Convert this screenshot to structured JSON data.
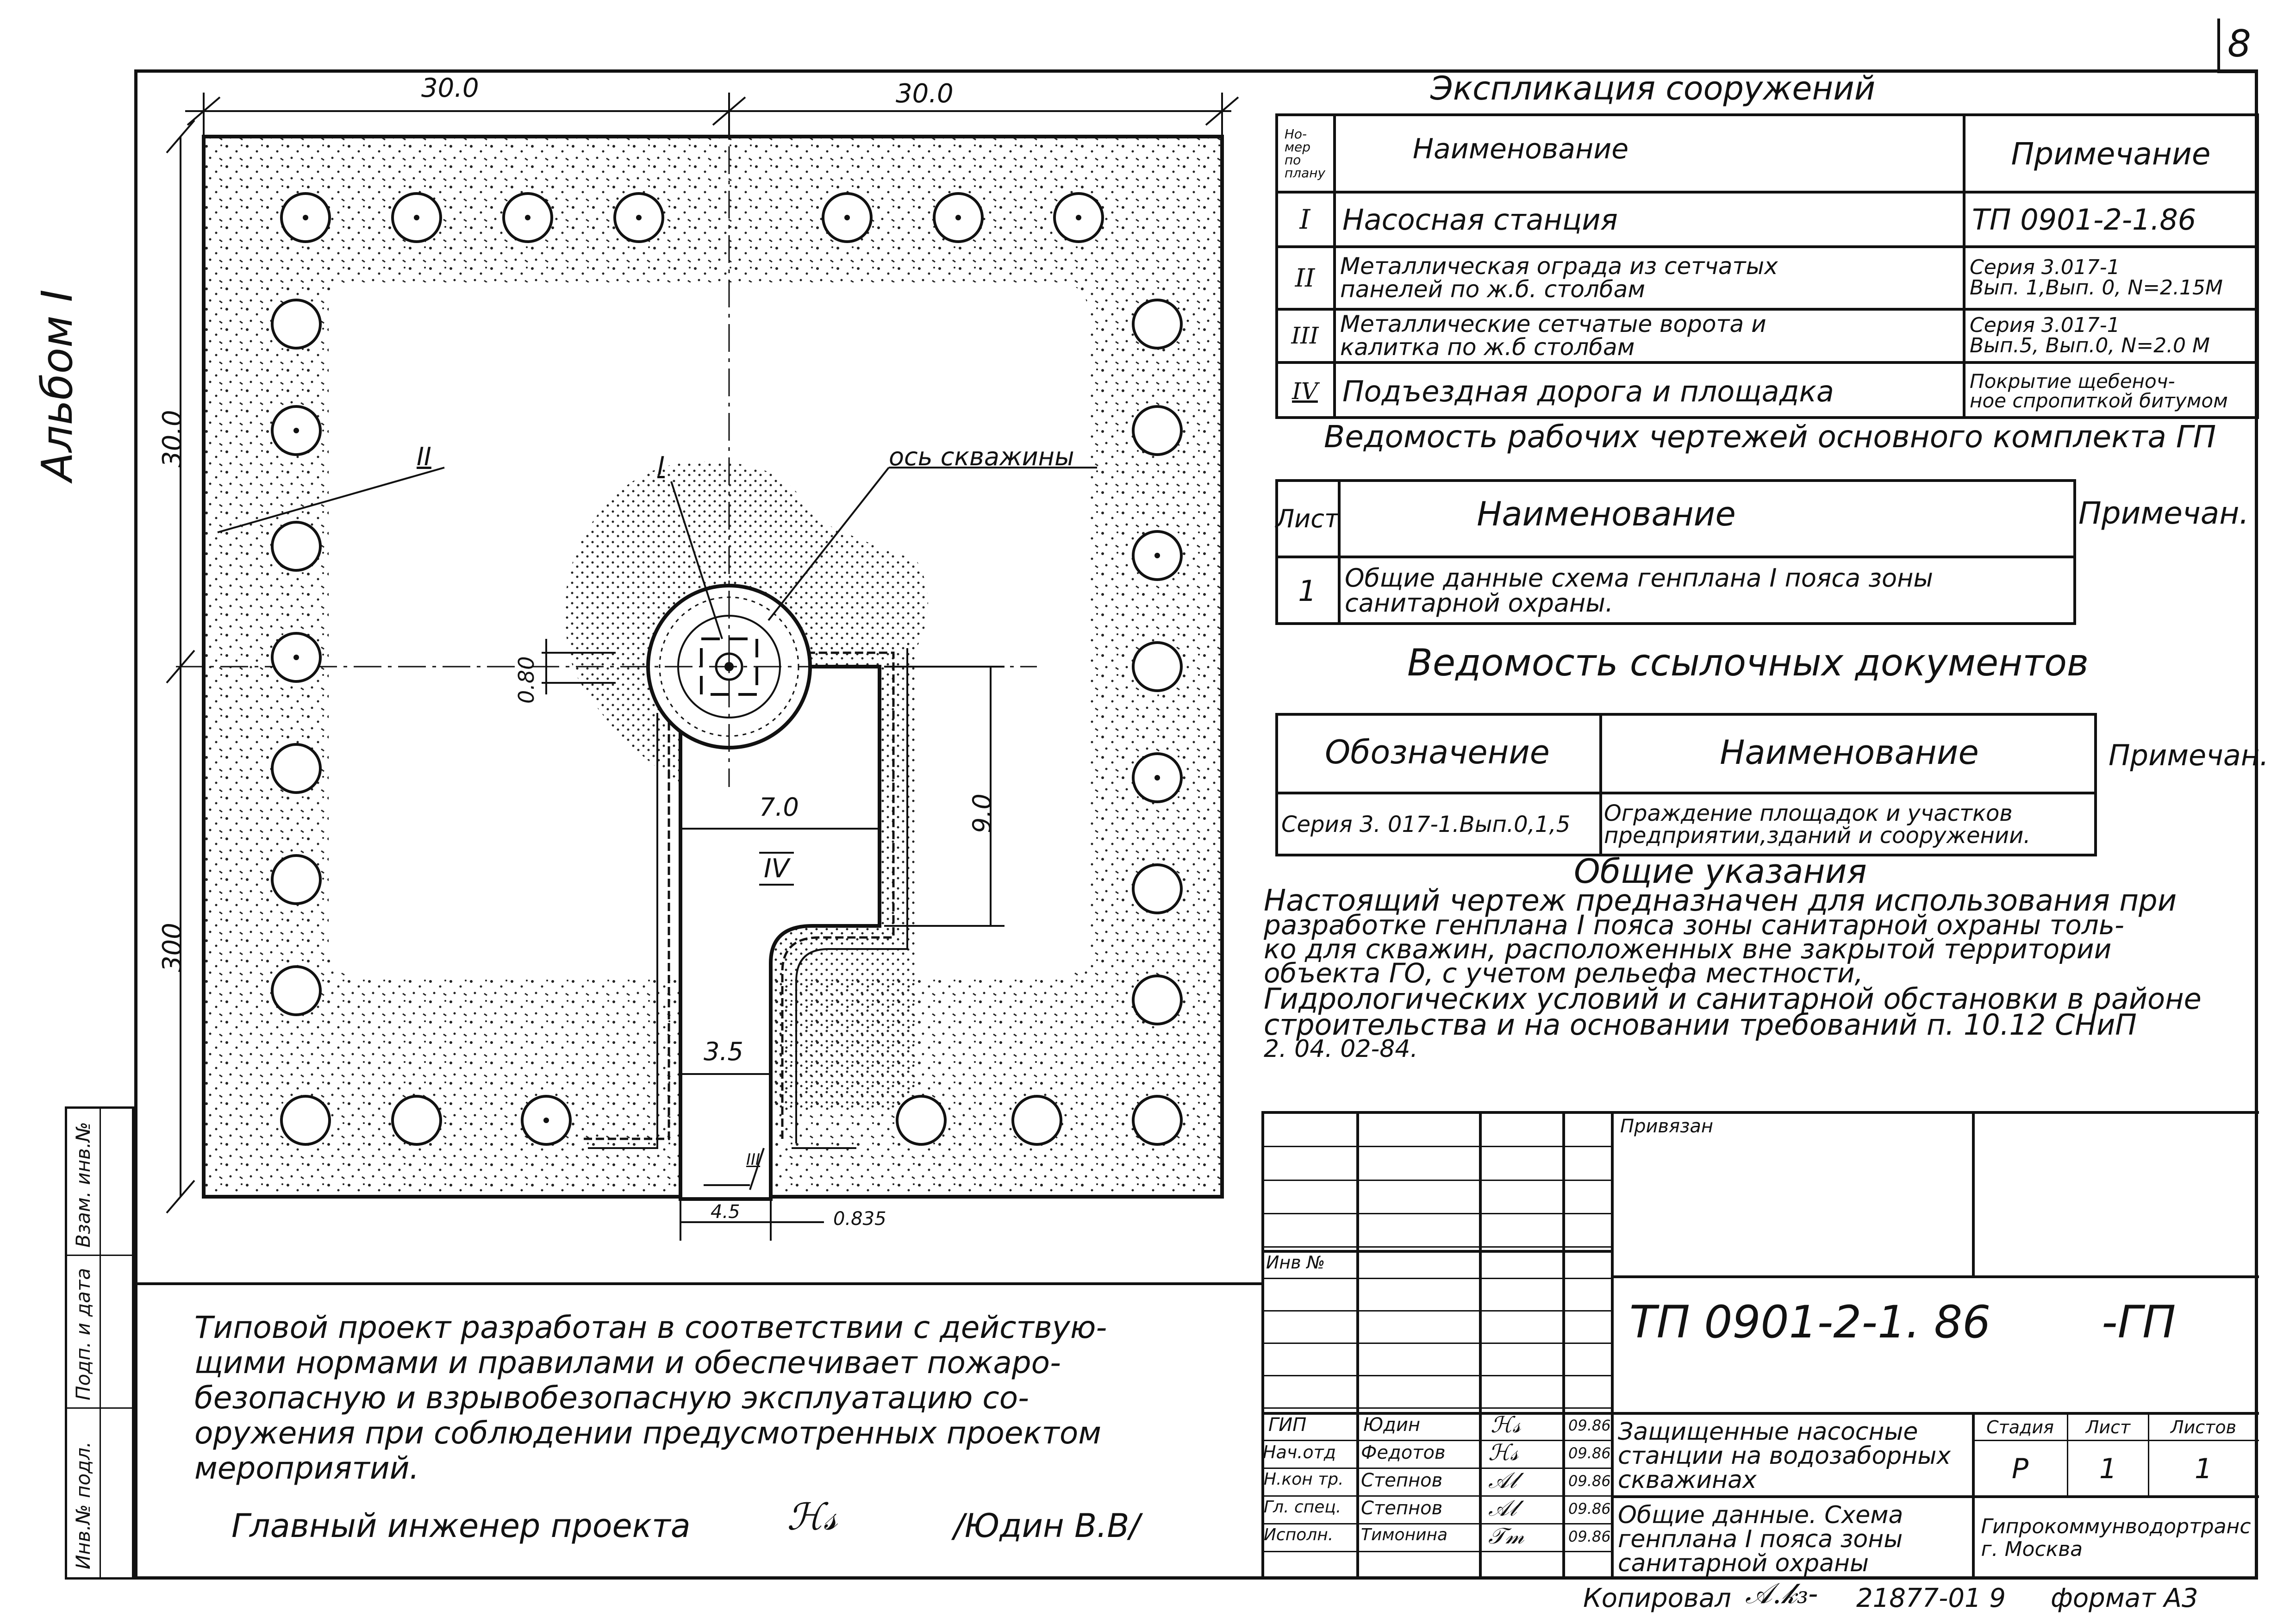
{
  "sheet_number": "8",
  "album_label": "Альбом I",
  "plan": {
    "dims": {
      "top_left": "30.0",
      "top_right": "30.0",
      "left_upper": "30.0",
      "left_lower": "300",
      "well_offset": "0.80",
      "road_width": "7.0",
      "road_length": "9.0",
      "road_narrow": "3.5",
      "gate_width": "4.5",
      "gate_offset": "0.835"
    },
    "labels": {
      "fence": "II",
      "station": "I",
      "well_axis": "ось скважины",
      "road": "IV",
      "gate": "III"
    }
  },
  "explication": {
    "title": "Экспликация сооружений",
    "headers": {
      "num": "Но-\nмер\nпо\nплану",
      "name": "Наименование",
      "note": "Примечание"
    },
    "rows": [
      {
        "num": "I",
        "name": "Насосная станция",
        "note": "ТП 0901-2-1.86"
      },
      {
        "num": "II",
        "name": "Металлическая ограда из сетчатых\nпанелей по ж.б. столбам",
        "note": "Серия 3.017-1\nВып. 1,Вып. 0, N=2.15М"
      },
      {
        "num": "III",
        "name": "Металлические сетчатые ворота и\nкалитка по ж.б столбам",
        "note": "Серия 3.017-1\nВып.5, Вып.0, N=2.0 М"
      },
      {
        "num": "IV",
        "name": "Подъездная дорога и площадка",
        "note": "Покрытие щебеноч-\nное спропиткой битумом"
      }
    ]
  },
  "drawings": {
    "title": "Ведомость рабочих чертежей основного комплекта ГП",
    "headers": {
      "sheet": "Лист",
      "name": "Наименование",
      "note": "Примечан."
    },
    "rows": [
      {
        "sheet": "1",
        "name": "Общие данные схема генплана I пояса зоны\nсанитарной охраны."
      }
    ]
  },
  "references": {
    "title": "Ведомость ссылочных документов",
    "headers": {
      "code": "Обозначение",
      "name": "Наименование",
      "note": "Примечан."
    },
    "rows": [
      {
        "code": "Серия 3. 017-1.Вып.0,1,5",
        "name": "Ограждение площадок и участков\nпредприятии,зданий и сооружении."
      }
    ]
  },
  "notes": {
    "title": "Общие указания",
    "lines": [
      "Настоящий чертеж предназначен для использования при",
      "разработке генплана I пояса зоны санитарной охраны толь-",
      "ко для скважин, расположенных вне закрытой территории",
      "объекта ГО, с учетом рельефа местности,",
      "Гидрологических условий и санитарной обстановки в районе",
      "строительства и на основании требований п. 10.12 СНиП",
      "2. 04. 02-84."
    ]
  },
  "statement": {
    "lines": [
      "Типовой проект разработан в соответствии с действую-",
      "щими нормами и правилами и обеспечивает пожаро-",
      "безопасную и взрывобезопасную эксплуатацию со-",
      "оружения при соблюдении предусмотренных проектом",
      "мероприятий."
    ],
    "engineer_label": "Главный инженер проекта",
    "engineer_name": "/Юдин В.В/"
  },
  "side_stamp": [
    "Инв.№ подл.",
    "Подп. и дата",
    "Взам. инв.№"
  ],
  "title_block": {
    "privyazan": "Привязан",
    "inv_no": "Инв №",
    "code": "ТП 0901-2-1. 86",
    "code_suffix": "-ГП",
    "roles": [
      {
        "role": "ГИП",
        "name": "Юдин",
        "date": "09.86"
      },
      {
        "role": "Нач.отд",
        "name": "Федотов",
        "date": "09.86"
      },
      {
        "role": "Н.кон тр.",
        "name": "Степнов",
        "date": "09.86"
      },
      {
        "role": "Гл. спец.",
        "name": "Степнов",
        "date": "09.86"
      },
      {
        "role": "Исполн.",
        "name": "Тимонина",
        "date": "09.86"
      }
    ],
    "project_title": "Защищенные насосные\nстанции на водозаборных\nскважинах",
    "sheet_title": "Общие данные. Схема\nгенплана I пояса зоны\nсанитарной охраны",
    "headers": {
      "stage": "Стадия",
      "sheet": "Лист",
      "sheets": "Листов"
    },
    "stage": "Р",
    "sheet": "1",
    "sheets": "1",
    "org": "Гипрокоммунводортранс\nг. Москва"
  },
  "footer": {
    "copied": "Копировал",
    "order": "21877-01 9",
    "format": "формат А3"
  }
}
